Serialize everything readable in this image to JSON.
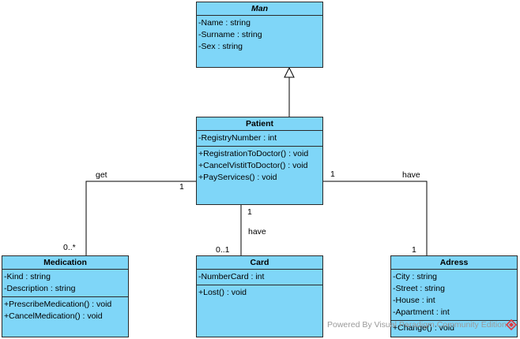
{
  "classes": {
    "man": {
      "name": "Man",
      "attributes": [
        "-Name : string",
        "-Surname : string",
        "-Sex : string"
      ],
      "operations": []
    },
    "patient": {
      "name": "Patient",
      "attributes": [
        "-RegistryNumber : int"
      ],
      "operations": [
        "+RegistrationToDoctor() : void",
        "+CancelVistitToDoctor() : void",
        "+PayServices() : void"
      ]
    },
    "medication": {
      "name": "Medication",
      "attributes": [
        "-Kind : string",
        "-Description : string"
      ],
      "operations": [
        "+PrescribeMedication() : void",
        "+CancelMedication() : void"
      ]
    },
    "card": {
      "name": "Card",
      "attributes": [
        "-NumberCard : int"
      ],
      "operations": [
        "+Lost() : void"
      ]
    },
    "adress": {
      "name": "Adress",
      "attributes": [
        "-City : string",
        "-Street : string",
        "-House : int",
        "-Apartment : int"
      ],
      "operations": [
        "+Change() : void"
      ]
    }
  },
  "associations": {
    "medication": {
      "label": "get",
      "patient_end": "1",
      "other_end": "0..*"
    },
    "card": {
      "label": "have",
      "patient_end": "1",
      "other_end": "0..1"
    },
    "adress": {
      "label": "have",
      "patient_end": "1",
      "other_end": "1"
    }
  },
  "watermark": {
    "text": "Powered By  Visual Paradigm Community Edition",
    "color": "#e0383e"
  },
  "colors": {
    "class_fill": "#7fd6f8",
    "border": "#2a2a2a"
  }
}
